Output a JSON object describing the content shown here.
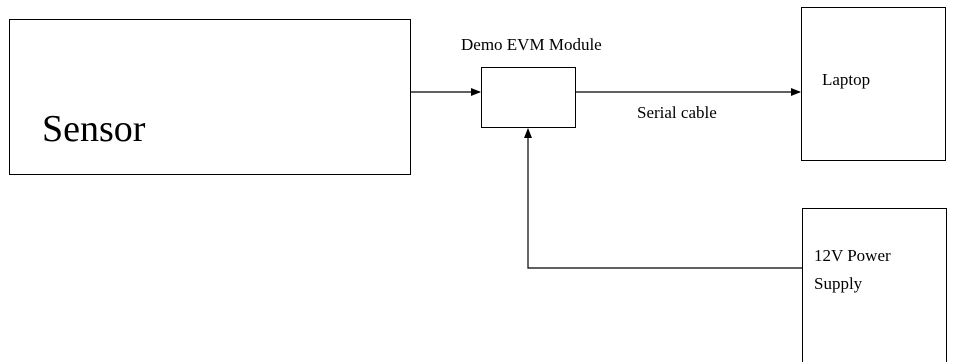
{
  "nodes": {
    "sensor": "Sensor",
    "evm_module": "Demo EVM Module",
    "laptop": "Laptop",
    "power_supply_line1": "12V Power",
    "power_supply_line2": "Supply"
  },
  "edges": {
    "serial_cable": "Serial cable"
  },
  "colors": {
    "stroke": "#000000",
    "background": "#ffffff"
  }
}
